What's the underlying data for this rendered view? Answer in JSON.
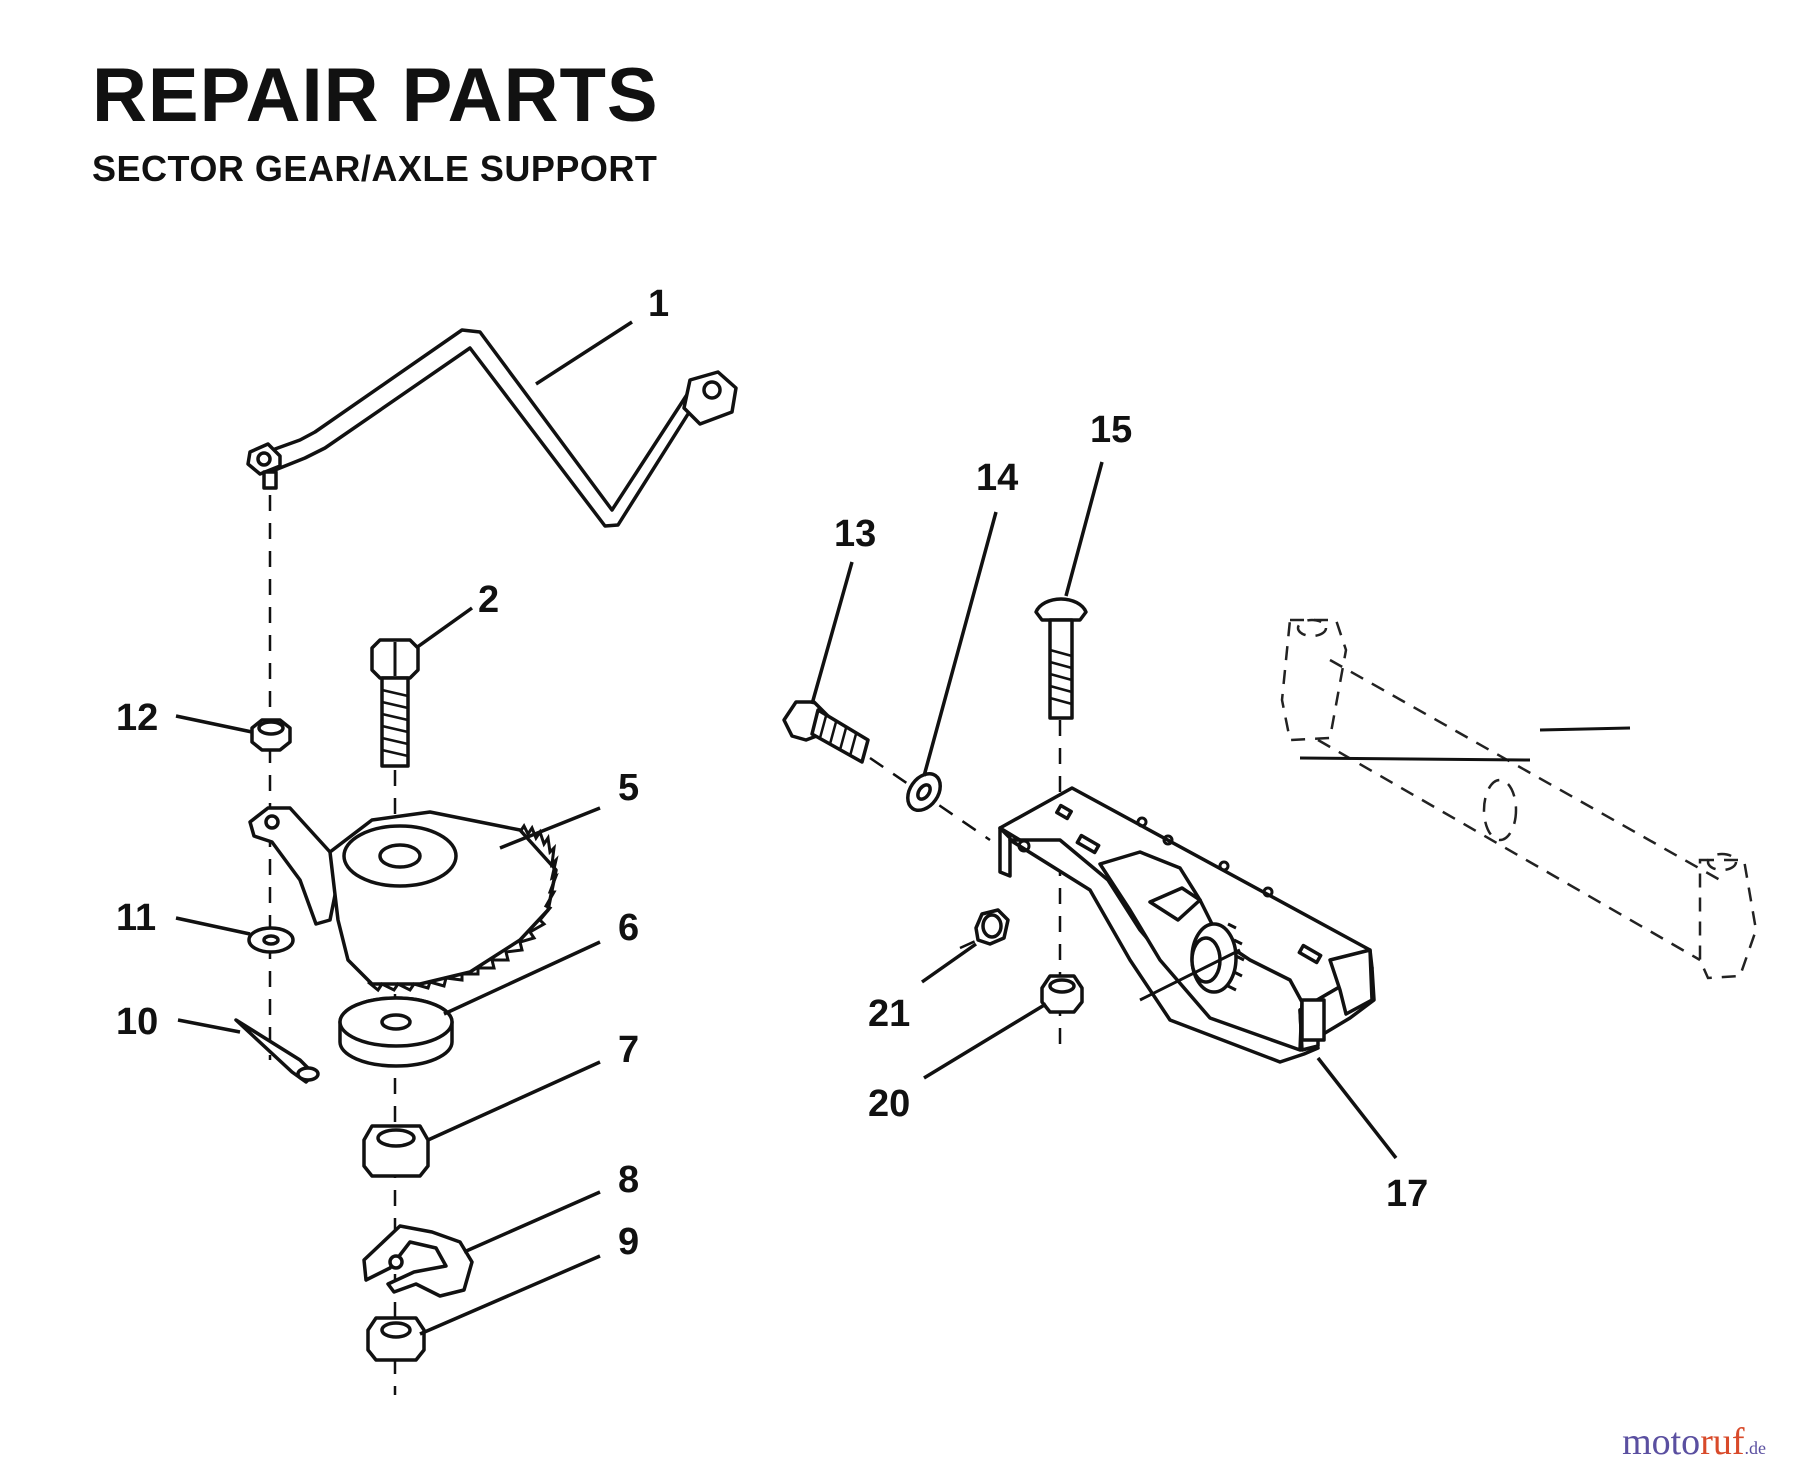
{
  "header": {
    "title": "REPAIR PARTS",
    "subtitle": "SECTOR GEAR/AXLE SUPPORT"
  },
  "callouts": {
    "p1": "1",
    "p2": "2",
    "p5": "5",
    "p6": "6",
    "p7": "7",
    "p8": "8",
    "p9": "9",
    "p10": "10",
    "p11": "11",
    "p12": "12",
    "p13": "13",
    "p14": "14",
    "p15": "15",
    "p17": "17",
    "p20": "20",
    "p21": "21"
  },
  "watermark": {
    "part_a": "moto",
    "part_b": "ruf",
    "part_c": ".de"
  }
}
